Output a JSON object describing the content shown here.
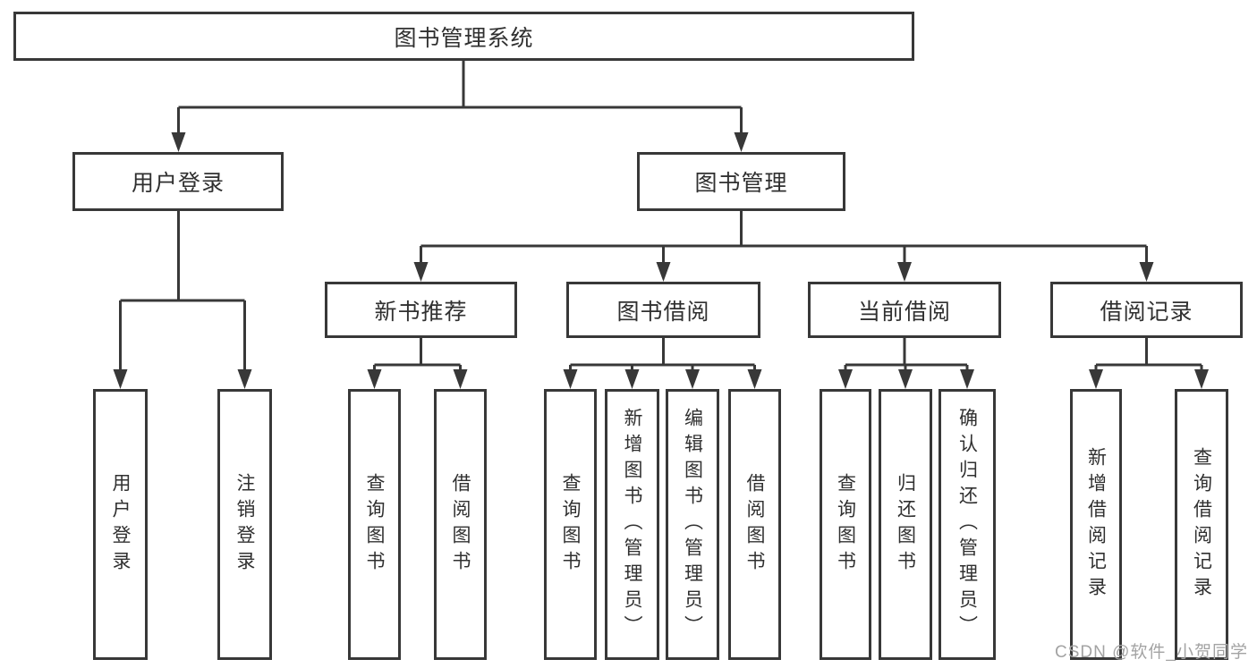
{
  "nodes": {
    "root": "图书管理系统",
    "l2_user_login": "用户登录",
    "l2_book_mgmt": "图书管理",
    "l3_new_book": "新书推荐",
    "l3_book_borrow": "图书借阅",
    "l3_current_borrow": "当前借阅",
    "l3_borrow_record": "借阅记录",
    "leaf_user_login": "用户登录",
    "leaf_logout": "注销登录",
    "leaf_newbook_query": "查询图书",
    "leaf_newbook_borrow": "借阅图书",
    "leaf_borrow_query": "查询图书",
    "leaf_borrow_add": "新增图书（管理员）",
    "leaf_borrow_edit": "编辑图书（管理员）",
    "leaf_borrow_borrow": "借阅图书",
    "leaf_current_query": "查询图书",
    "leaf_current_return": "归还图书",
    "leaf_current_confirm": "确认归还（管理员）",
    "leaf_record_add": "新增借阅记录",
    "leaf_record_query": "查询借阅记录"
  },
  "hierarchy": {
    "图书管理系统": {
      "用户登录": [
        "用户登录",
        "注销登录"
      ],
      "图书管理": {
        "新书推荐": [
          "查询图书",
          "借阅图书"
        ],
        "图书借阅": [
          "查询图书",
          "新增图书（管理员）",
          "编辑图书（管理员）",
          "借阅图书"
        ],
        "当前借阅": [
          "查询图书",
          "归还图书",
          "确认归还（管理员）"
        ],
        "借阅记录": [
          "新增借阅记录",
          "查询借阅记录"
        ]
      }
    }
  },
  "watermark": "CSDN @软件_小贺同学",
  "colors": {
    "line": "#383838",
    "text": "#303030",
    "box_background": "#ffffff",
    "page_background": "#ffffff",
    "watermark": "#a3a3a3"
  }
}
